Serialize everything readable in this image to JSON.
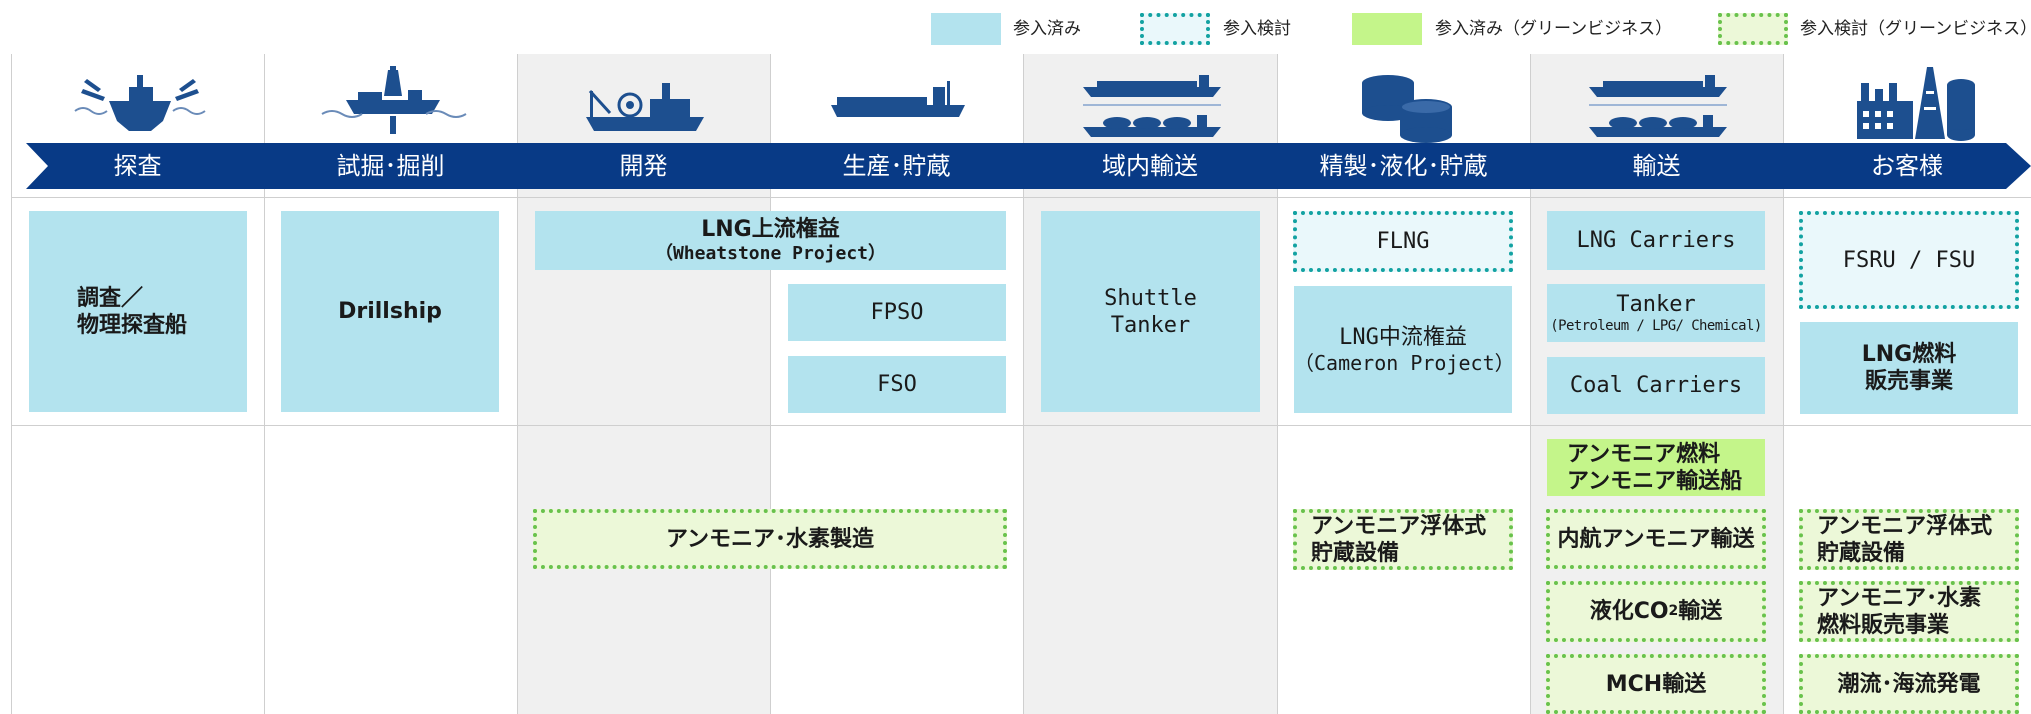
{
  "legend": {
    "participated": "参入済み",
    "considering": "参入検討",
    "participated_green": "参入済み（グリーンビジネス）",
    "considering_green": "参入検討（グリーンビジネス）"
  },
  "stages": [
    "探査",
    "試掘･掘削",
    "開発",
    "生産･貯蔵",
    "域内輸送",
    "精製･液化･貯蔵",
    "輸送",
    "お客様"
  ],
  "icons": [
    "survey-ship-icon",
    "drillship-icon",
    "cable-vessel-icon",
    "fpso-ship-icon",
    "shuttle-tanker-icon",
    "storage-tanks-icon",
    "carrier-ships-icon",
    "industrial-plant-icon"
  ],
  "boxes": {
    "survey_line1": "調査／",
    "survey_line2": "物理探査船",
    "drillship": "Drillship",
    "lng_upstream_line1": "LNG上流権益",
    "lng_upstream_line2": "（Wheatstone Project）",
    "fpso": "FPSO",
    "fso": "FSO",
    "shuttle_line1": "Shuttle",
    "shuttle_line2": "Tanker",
    "flng": "FLNG",
    "lng_midstream_line1": "LNG中流権益",
    "lng_midstream_line2": "（Cameron Project）",
    "lng_carriers": "LNG Carriers",
    "tanker_line1": "Tanker",
    "tanker_line2": "(Petroleum / LPG/ Chemical)",
    "coal_carriers": "Coal Carriers",
    "fsru": "FSRU / FSU",
    "lng_fuel_line1": "LNG燃料",
    "lng_fuel_line2": "販売事業",
    "ammonia_hydrogen_mfg": "アンモニア･水素製造",
    "ammonia_floating_storage_line1": "アンモニア浮体式",
    "ammonia_floating_storage_line2": "貯蔵設備",
    "ammonia_fuel_ship_line1": "アンモニア燃料",
    "ammonia_fuel_ship_line2": "アンモニア輸送船",
    "domestic_ammonia": "内航アンモニア輸送",
    "co2_prefix": "液化CO",
    "co2_sub": "2",
    "co2_suffix": "輸送",
    "mch": "MCH輸送",
    "customer_ammonia_storage_line1": "アンモニア浮体式",
    "customer_ammonia_storage_line2": "貯蔵設備",
    "ammonia_h2_sales_line1": "アンモニア･水素",
    "ammonia_h2_sales_line2": "燃料販売事業",
    "tidal_power": "潮流･海流発電"
  },
  "colors": {
    "arrow": "#083a86",
    "icon": "#1d4f8f",
    "participated": "#b3e3ee",
    "considering_border": "#13a2a2",
    "participated_green": "#c4f58a",
    "considering_green_border": "#69c24c"
  }
}
